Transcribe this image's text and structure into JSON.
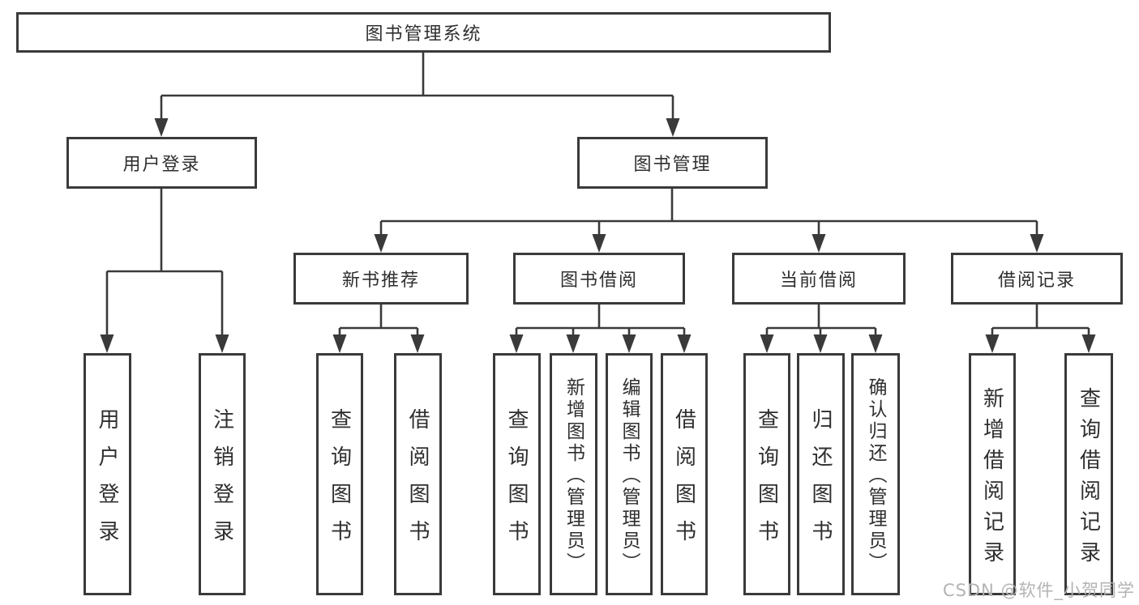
{
  "diagram": {
    "root_label": "图书管理系统",
    "level1": [
      {
        "label": "用户登录"
      },
      {
        "label": "图书管理"
      }
    ],
    "level2": [
      {
        "label": "新书推荐"
      },
      {
        "label": "图书借阅"
      },
      {
        "label": "当前借阅"
      },
      {
        "label": "借阅记录"
      }
    ],
    "leaves": {
      "user_login": [
        "用户登录",
        "注销登录"
      ],
      "new_books": [
        "查询图书",
        "借阅图书"
      ],
      "book_borrow": [
        "查询图书",
        "新增图书（管理员）",
        "编辑图书（管理员）",
        "借阅图书"
      ],
      "current_borrow": [
        "查询图书",
        "归还图书",
        "确认归还（管理员）"
      ],
      "borrow_records": [
        "新增借阅记录",
        "查询借阅记录"
      ]
    }
  },
  "watermark": {
    "text": "CSDN @软件_小贺同学"
  },
  "colors": {
    "line": "#3a3a3a",
    "text": "#2f2f2f",
    "watermark": "#b3b3b3",
    "background": "#ffffff"
  }
}
